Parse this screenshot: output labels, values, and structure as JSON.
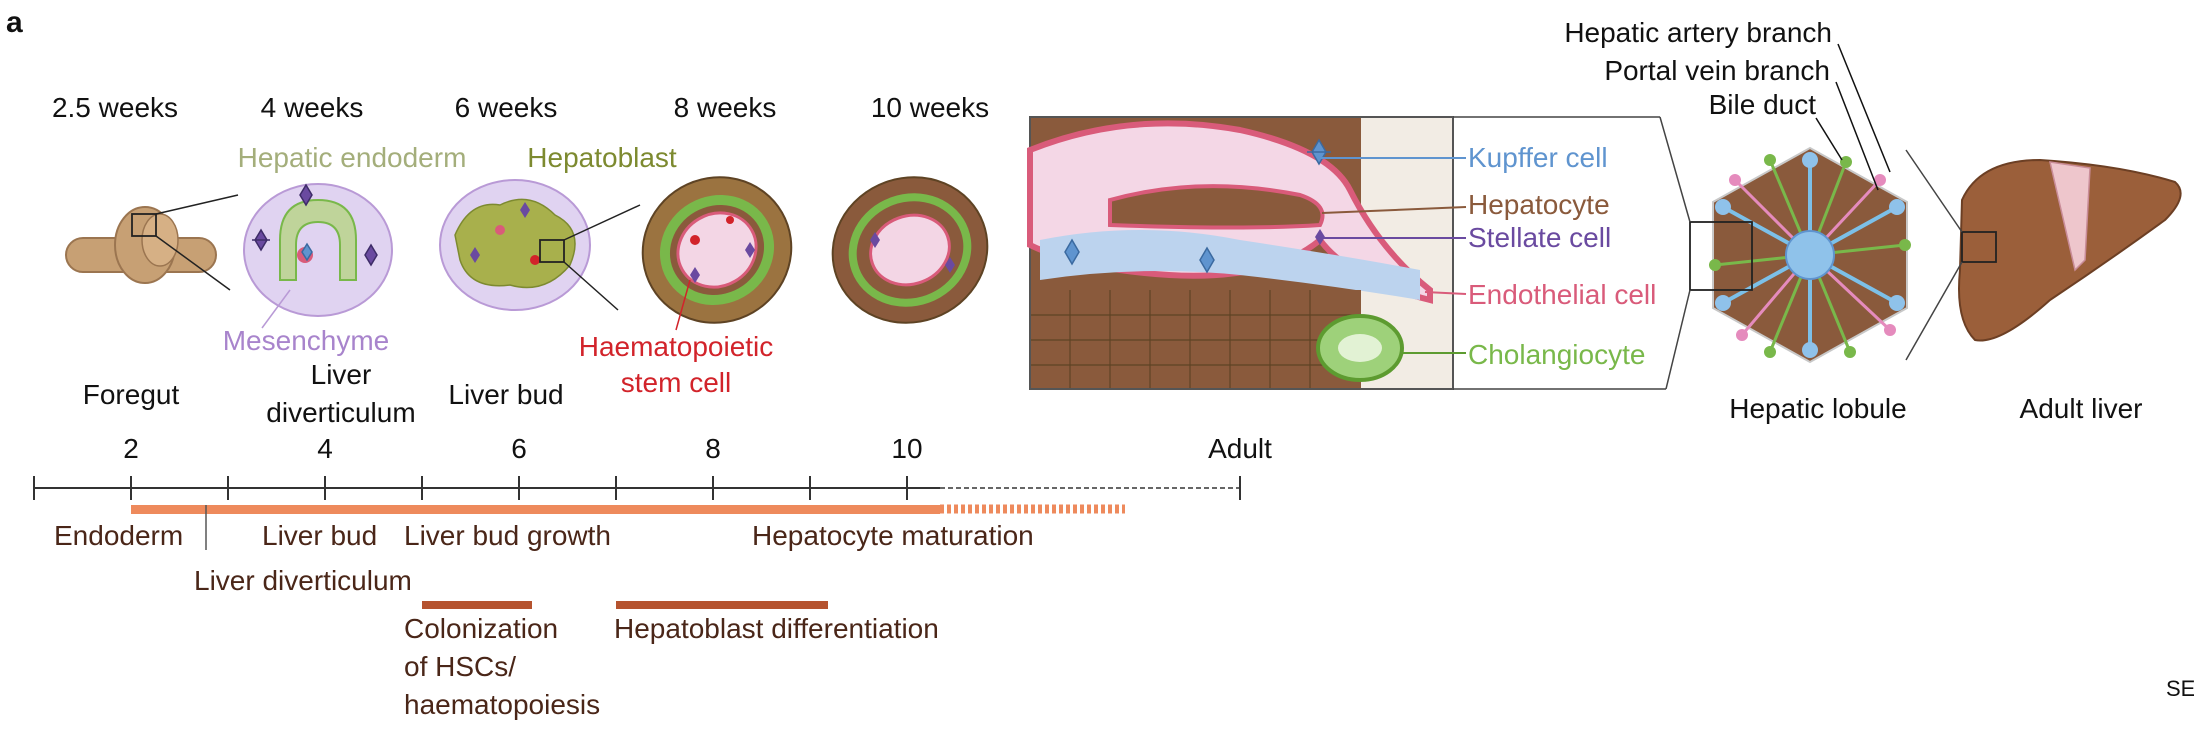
{
  "panel_label": "a",
  "stages": {
    "w2_5": "2.5 weeks",
    "w4": "4 weeks",
    "w6": "6 weeks",
    "w8": "8 weeks",
    "w10": "10 weeks"
  },
  "tissue_labels": {
    "hepatic_endoderm": "Hepatic endoderm",
    "hepatoblast": "Hepatoblast",
    "mesenchyme": "Mesenchyme",
    "hsc_line1": "Haematopoietic",
    "hsc_line2": "stem cell"
  },
  "structure_labels": {
    "foregut": "Foregut",
    "liver_div_line1": "Liver",
    "liver_div_line2": "diverticulum",
    "liver_bud": "Liver bud"
  },
  "cell_labels": {
    "kupffer": "Kupffer cell",
    "hepatocyte": "Hepatocyte",
    "stellate": "Stellate cell",
    "endothelial": "Endothelial cell",
    "cholangiocyte": "Cholangiocyte"
  },
  "lobule_labels": {
    "hepatic_artery": "Hepatic artery branch",
    "portal_vein": "Portal vein branch",
    "bile_duct": "Bile duct",
    "hepatic_lobule": "Hepatic lobule",
    "adult_liver": "Adult liver"
  },
  "timeline": {
    "ticks": [
      "2",
      "4",
      "6",
      "8",
      "10",
      "Adult"
    ],
    "phases": {
      "endoderm": "Endoderm",
      "liver_bud": "Liver bud",
      "liver_bud_growth": "Liver bud growth",
      "hepatocyte_maturation": "Hepatocyte maturation",
      "liver_diverticulum": "Liver diverticulum",
      "colonization_line1": "Colonization",
      "colonization_line2": "of HSCs/",
      "colonization_line3": "haematopoiesis",
      "hepatoblast_differentiation": "Hepatoblast differentiation"
    }
  },
  "corner_text": "SE",
  "colors": {
    "hepatocyte_brown": "#8a5a3c",
    "endothelial_pink": "#d95b7a",
    "kupffer_blue": "#5f94cf",
    "stellate_purple": "#6a4aa0",
    "cholangiocyte_green": "#79b84a",
    "mesenchyme_lilac": "#b99ad6",
    "hsc_red": "#d2232a",
    "hepatoblast_olive": "#8b9a3c",
    "timeline_orange": "#ee8a5c",
    "timeline_dark": "#b5532f"
  }
}
